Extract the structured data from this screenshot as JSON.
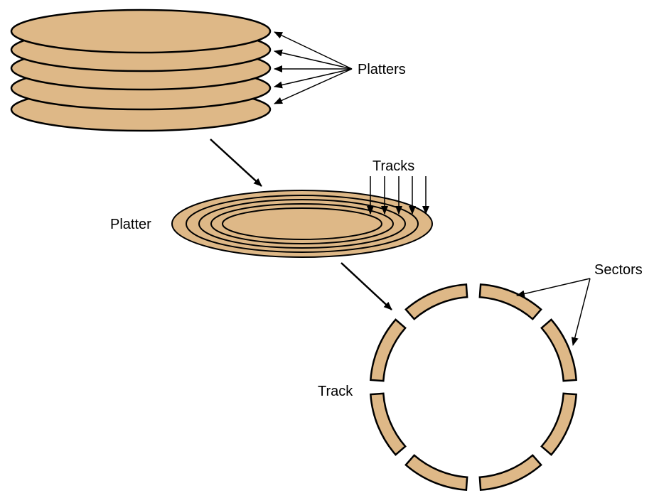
{
  "labels": {
    "platters": "Platters",
    "tracks": "Tracks",
    "platter": "Platter",
    "sectors": "Sectors",
    "track": "Track"
  },
  "colors": {
    "fill": "#deb887",
    "stroke": "#000000",
    "background": "#ffffff"
  },
  "counts": {
    "platters": 5,
    "tracks": 5,
    "sectors": 8
  }
}
